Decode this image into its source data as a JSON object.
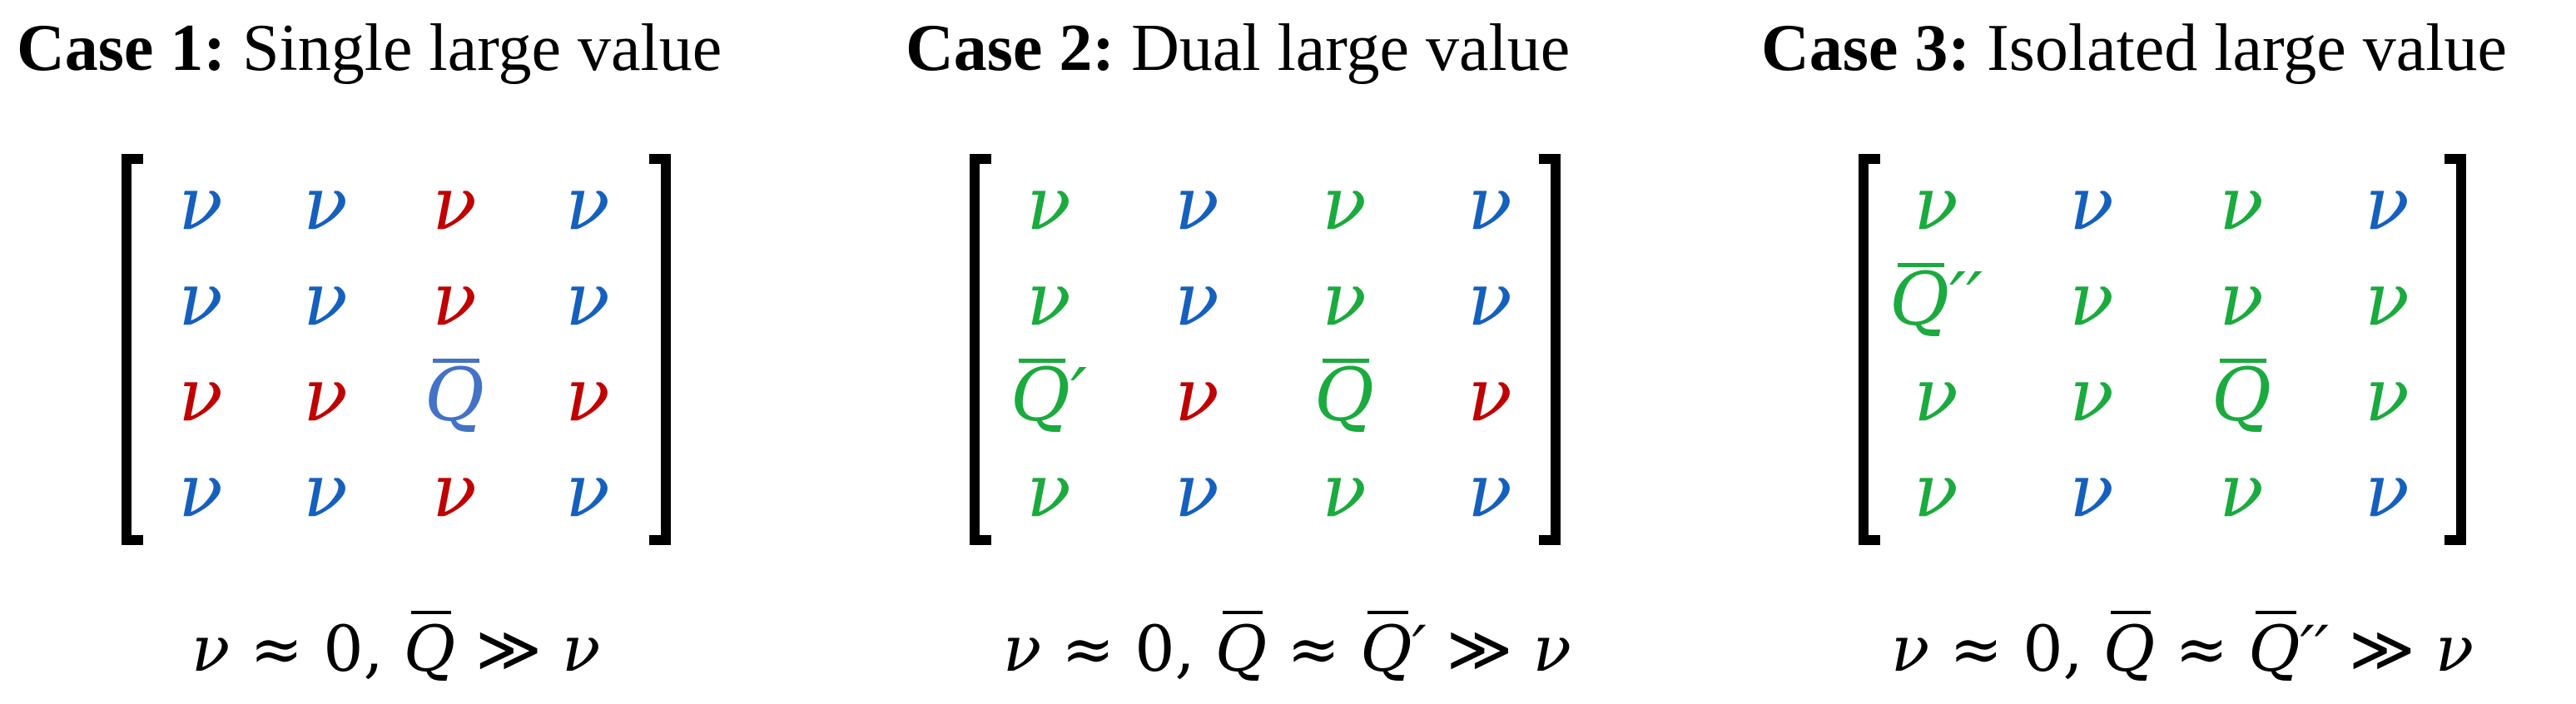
{
  "colors": {
    "nu_blue": "#1560bd",
    "nu_red": "#c00000",
    "nu_green": "#1aaa3e",
    "q_blue": "#4472c4",
    "text": "#000000"
  },
  "cases": [
    {
      "title_bold": "Case 1:",
      "title_rest": " Single large value",
      "matrix": [
        [
          {
            "t": "ν",
            "c": "blue"
          },
          {
            "t": "ν",
            "c": "blue"
          },
          {
            "t": "ν",
            "c": "red"
          },
          {
            "t": "ν",
            "c": "blue"
          }
        ],
        [
          {
            "t": "ν",
            "c": "blue"
          },
          {
            "t": "ν",
            "c": "blue"
          },
          {
            "t": "ν",
            "c": "red"
          },
          {
            "t": "ν",
            "c": "blue"
          }
        ],
        [
          {
            "t": "ν",
            "c": "red"
          },
          {
            "t": "ν",
            "c": "red"
          },
          {
            "t": "Q",
            "bar": true,
            "c": "qblue"
          },
          {
            "t": "ν",
            "c": "red"
          }
        ],
        [
          {
            "t": "ν",
            "c": "blue"
          },
          {
            "t": "ν",
            "c": "blue"
          },
          {
            "t": "ν",
            "c": "red"
          },
          {
            "t": "ν",
            "c": "blue"
          }
        ]
      ],
      "formula": [
        {
          "t": "ν",
          "k": "it"
        },
        {
          "t": " ≈ 0, ",
          "k": "n"
        },
        {
          "t": "Q",
          "k": "ov"
        },
        {
          "t": " ≫ ",
          "k": "n"
        },
        {
          "t": "ν",
          "k": "it"
        }
      ]
    },
    {
      "title_bold": "Case 2:",
      "title_rest": " Dual large value",
      "matrix": [
        [
          {
            "t": "ν",
            "c": "green"
          },
          {
            "t": "ν",
            "c": "blue"
          },
          {
            "t": "ν",
            "c": "green"
          },
          {
            "t": "ν",
            "c": "blue"
          }
        ],
        [
          {
            "t": "ν",
            "c": "green"
          },
          {
            "t": "ν",
            "c": "blue"
          },
          {
            "t": "ν",
            "c": "green"
          },
          {
            "t": "ν",
            "c": "blue"
          }
        ],
        [
          {
            "t": "Q",
            "bar": true,
            "p": "′",
            "c": "green"
          },
          {
            "t": "ν",
            "c": "red"
          },
          {
            "t": "Q",
            "bar": true,
            "c": "green"
          },
          {
            "t": "ν",
            "c": "red"
          }
        ],
        [
          {
            "t": "ν",
            "c": "green"
          },
          {
            "t": "ν",
            "c": "blue"
          },
          {
            "t": "ν",
            "c": "green"
          },
          {
            "t": "ν",
            "c": "blue"
          }
        ]
      ],
      "formula": [
        {
          "t": "ν",
          "k": "it"
        },
        {
          "t": " ≈ 0, ",
          "k": "n"
        },
        {
          "t": "Q",
          "k": "ov"
        },
        {
          "t": " ≈ ",
          "k": "n"
        },
        {
          "t": "Q",
          "k": "ov"
        },
        {
          "t": "′",
          "k": "it"
        },
        {
          "t": " ≫ ",
          "k": "n"
        },
        {
          "t": "ν",
          "k": "it"
        }
      ]
    },
    {
      "title_bold": "Case 3:",
      "title_rest": " Isolated large value",
      "matrix": [
        [
          {
            "t": "ν",
            "c": "green"
          },
          {
            "t": "ν",
            "c": "blue"
          },
          {
            "t": "ν",
            "c": "green"
          },
          {
            "t": "ν",
            "c": "blue"
          }
        ],
        [
          {
            "t": "Q",
            "bar": true,
            "p": "′′",
            "c": "green"
          },
          {
            "t": "ν",
            "c": "green"
          },
          {
            "t": "ν",
            "c": "green"
          },
          {
            "t": "ν",
            "c": "green"
          }
        ],
        [
          {
            "t": "ν",
            "c": "green"
          },
          {
            "t": "ν",
            "c": "green"
          },
          {
            "t": "Q",
            "bar": true,
            "c": "green"
          },
          {
            "t": "ν",
            "c": "green"
          }
        ],
        [
          {
            "t": "ν",
            "c": "green"
          },
          {
            "t": "ν",
            "c": "blue"
          },
          {
            "t": "ν",
            "c": "green"
          },
          {
            "t": "ν",
            "c": "blue"
          }
        ]
      ],
      "formula": [
        {
          "t": "ν",
          "k": "it"
        },
        {
          "t": " ≈ 0, ",
          "k": "n"
        },
        {
          "t": "Q",
          "k": "ov"
        },
        {
          "t": " ≈ ",
          "k": "n"
        },
        {
          "t": "Q",
          "k": "ov"
        },
        {
          "t": "′′",
          "k": "it"
        },
        {
          "t": " ≫ ",
          "k": "n"
        },
        {
          "t": "ν",
          "k": "it"
        }
      ]
    }
  ]
}
